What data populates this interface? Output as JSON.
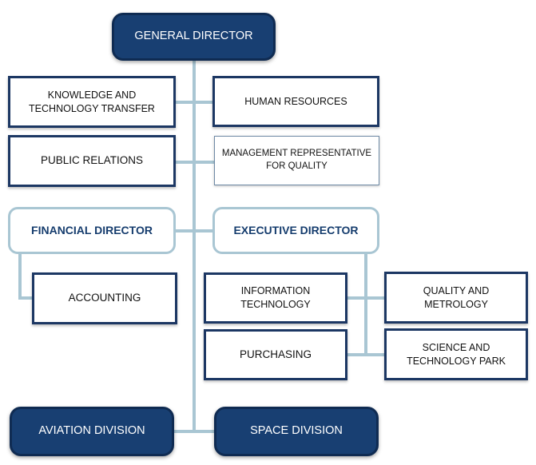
{
  "org_chart": {
    "general_director": "GENERAL DIRECTOR",
    "knowledge_transfer": "KNOWLEDGE AND\nTECHNOLOGY TRANSFER",
    "human_resources": "HUMAN RESOURCES",
    "public_relations": "PUBLIC RELATIONS",
    "management_rep_quality": "MANAGEMENT REPRESENTATIVE\nFOR QUALITY",
    "financial_director": "FINANCIAL DIRECTOR",
    "executive_director": "EXECUTIVE DIRECTOR",
    "accounting": "ACCOUNTING",
    "information_technology": "INFORMATION\nTECHNOLOGY",
    "quality_metrology": "QUALITY AND\nMETROLOGY",
    "purchasing": "PURCHASING",
    "science_tech_park": "SCIENCE AND\nTECHNOLOGY PARK",
    "aviation_division": "AVIATION DIVISION",
    "space_division": "SPACE DIVISION"
  },
  "colors": {
    "dark_fill": "#183f72",
    "box_border": "#1c3763",
    "connector": "#a9c6d3",
    "director_text": "#163d6e"
  }
}
